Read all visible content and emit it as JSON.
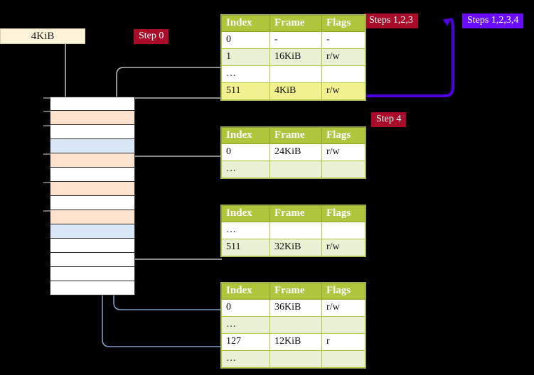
{
  "diagram": {
    "title": "Page table walk / multi-level paging diagram",
    "colors": {
      "header_green": "#aec53c",
      "alt_row": "#eaf0d4",
      "highlight_yellow": "#fdfda0",
      "badge_crimson": "#a80c28",
      "badge_violet": "#6a0dff",
      "mem_orange": "#fde3cd",
      "mem_blue": "#d9e7f7",
      "region_cream": "#fdf3d8",
      "wire_gray": "#b3b3b3",
      "wire_blue": "#7e9dc4",
      "wire_violet": "#6a0dff"
    }
  },
  "region": {
    "label": "4KiB"
  },
  "badges": {
    "step0": "Step 0",
    "step4": "Step 4",
    "steps123": "Steps 1,2,3",
    "steps1234": "Steps 1,2,3,4"
  },
  "columns": {
    "index": "Index",
    "frame": "Frame",
    "flags": "Flags"
  },
  "tables": [
    {
      "name": "pml4-table",
      "rows": [
        {
          "index": "0",
          "frame": "-",
          "flags": "-",
          "alt": false,
          "highlight": false
        },
        {
          "index": "1",
          "frame": "16KiB",
          "flags": "r/w",
          "alt": true,
          "highlight": false
        },
        {
          "index": "…",
          "frame": "",
          "flags": "",
          "alt": false,
          "highlight": false
        },
        {
          "index": "511",
          "frame": "4KiB",
          "flags": "r/w",
          "alt": true,
          "highlight": true
        }
      ]
    },
    {
      "name": "pdp-table",
      "rows": [
        {
          "index": "0",
          "frame": "24KiB",
          "flags": "r/w",
          "alt": false,
          "highlight": false
        },
        {
          "index": "…",
          "frame": "",
          "flags": "",
          "alt": true,
          "highlight": false
        }
      ]
    },
    {
      "name": "pd-table",
      "rows": [
        {
          "index": "…",
          "frame": "",
          "flags": "",
          "alt": false,
          "highlight": false
        },
        {
          "index": "511",
          "frame": "32KiB",
          "flags": "r/w",
          "alt": true,
          "highlight": false
        }
      ]
    },
    {
      "name": "pt-table",
      "rows": [
        {
          "index": "0",
          "frame": "36KiB",
          "flags": "r/w",
          "alt": false,
          "highlight": false
        },
        {
          "index": "…",
          "frame": "",
          "flags": "",
          "alt": true,
          "highlight": false
        },
        {
          "index": "127",
          "frame": "12KiB",
          "flags": "r",
          "alt": false,
          "highlight": false
        },
        {
          "index": "…",
          "frame": "",
          "flags": "",
          "alt": true,
          "highlight": false
        }
      ]
    }
  ],
  "memory_column": {
    "name": "physical-memory-column",
    "row_count": 14,
    "rows": [
      {
        "fill": "white"
      },
      {
        "fill": "orange"
      },
      {
        "fill": "white"
      },
      {
        "fill": "blue"
      },
      {
        "fill": "orange"
      },
      {
        "fill": "white"
      },
      {
        "fill": "orange"
      },
      {
        "fill": "white"
      },
      {
        "fill": "orange"
      },
      {
        "fill": "blue"
      },
      {
        "fill": "white"
      },
      {
        "fill": "white"
      },
      {
        "fill": "white"
      },
      {
        "fill": "white"
      }
    ],
    "ticks_at_rows": [
      0,
      1,
      2,
      4,
      6,
      8
    ]
  }
}
